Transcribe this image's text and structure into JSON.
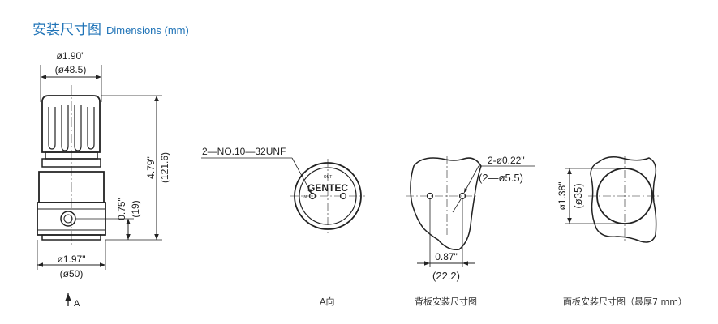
{
  "title": {
    "cn": "安装尺寸图",
    "en": "Dimensions (mm)"
  },
  "views": {
    "front": {
      "top_dia_in": "ø1.90\"",
      "top_dia_mm": "(ø48.5)",
      "height_in": "4.79\"",
      "height_mm": "(121.6)",
      "port_in": "0.75\"",
      "port_mm": "(19)",
      "bottom_dia_in": "ø1.97\"",
      "bottom_dia_mm": "(ø50)",
      "arrow_label": "A"
    },
    "view_a": {
      "thread_label": "2—NO.10—32UNF",
      "out_label": "OUT",
      "brand": "GENTEC",
      "in_label": "IN",
      "caption": "A向"
    },
    "back_panel": {
      "hole_in": "2-ø0.22\"",
      "hole_mm": "(2—ø5.5)",
      "spacing_in": "0.87\"",
      "spacing_mm": "(22.2)",
      "caption": "背板安装尺寸图"
    },
    "front_panel": {
      "cut_in": "ø1.38\"",
      "cut_mm": "(ø35)",
      "caption": "面板安装尺寸图（最厚7 mm）"
    }
  }
}
